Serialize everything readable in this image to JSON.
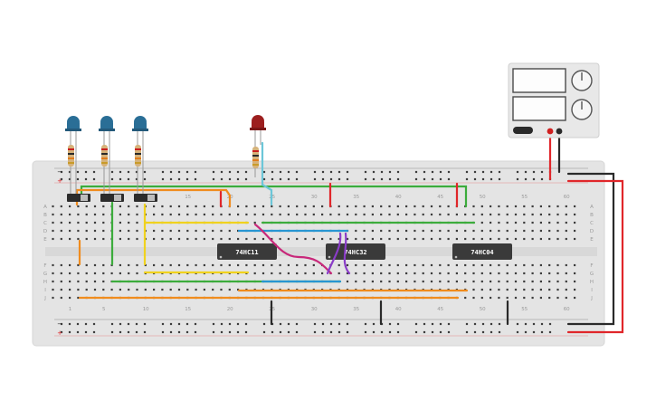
{
  "breadboard": {
    "column_numbers": [
      "1",
      "5",
      "10",
      "15",
      "20",
      "25",
      "30",
      "35",
      "40",
      "45",
      "50",
      "55",
      "60"
    ],
    "row_letters_top": [
      "A",
      "B",
      "C",
      "D",
      "E"
    ],
    "row_letters_bottom": [
      "F",
      "G",
      "H",
      "I",
      "J"
    ],
    "rail_plus": "+",
    "rail_minus": "−"
  },
  "chips": [
    {
      "label": "74HC11"
    },
    {
      "label": "74HC32"
    },
    {
      "label": "74HC04"
    }
  ],
  "colors": {
    "board": "#e4e4e4",
    "hole": "#3c3c3c",
    "wire_red": "#e0262a",
    "wire_black": "#2a2a2a",
    "wire_green": "#3cac3c",
    "wire_orange": "#f08c1e",
    "wire_yellow": "#f0d21e",
    "wire_blue": "#2896d2",
    "wire_magenta": "#c8287a",
    "wire_purple": "#8a3cc8",
    "led_blue": "#2a6e96",
    "led_red": "#9c1e1e",
    "chip": "#3a3a3a",
    "psu_body": "#e8e8e8"
  },
  "components": {
    "leds": [
      "blue-led",
      "blue-led",
      "blue-led",
      "red-led"
    ],
    "switches": 3,
    "resistors": 4
  }
}
